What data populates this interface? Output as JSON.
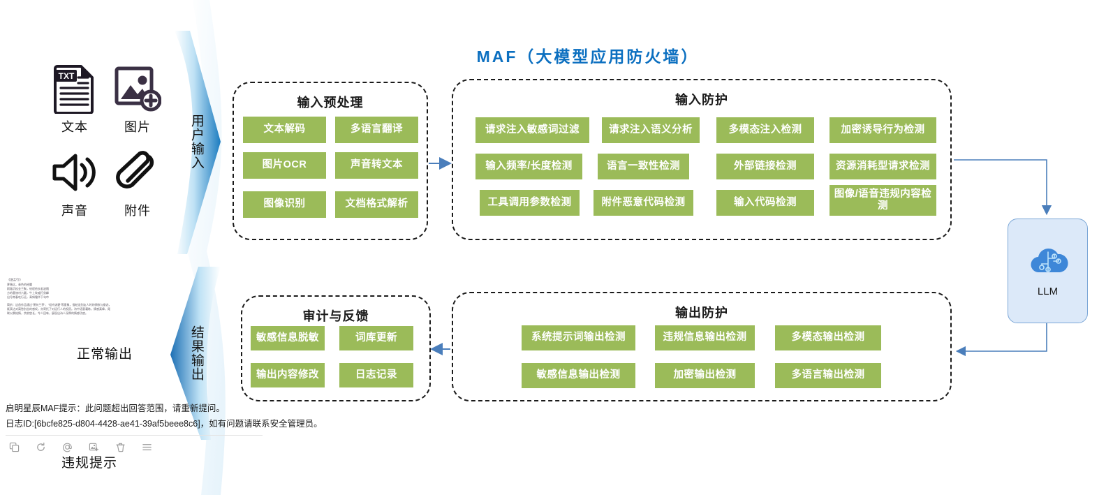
{
  "title": "MAF（大模型应用防火墙）",
  "colors": {
    "chip_green": "#9BBB59",
    "title_blue": "#0B6FC0",
    "wire_blue": "#4A7EBB",
    "llm_fill": "#DCE9F9",
    "llm_stroke": "#7BA7D7",
    "panel_dash": "#1a1a1a"
  },
  "sources": {
    "items": [
      {
        "icon": "txt-file-icon",
        "label": "文本"
      },
      {
        "icon": "image-add-icon",
        "label": "图片"
      },
      {
        "icon": "speaker-sound-icon",
        "label": "声音"
      },
      {
        "icon": "paperclip-attachment-icon",
        "label": "附件"
      }
    ]
  },
  "flow": {
    "input_arrow_label": "用户输入",
    "output_arrow_label": "结果输出"
  },
  "panels": {
    "preprocess": {
      "title": "输入预处理",
      "chips": [
        "文本解码",
        "多语言翻译",
        "图片OCR",
        "声音转文本",
        "图像识别",
        "文档格式解析"
      ]
    },
    "input_protection": {
      "title": "输入防护",
      "chips": [
        "请求注入敏感词过滤",
        "请求注入语义分析",
        "多模态注入检测",
        "加密诱导行为检测",
        "输入频率/长度检测",
        "语言一致性检测",
        "外部链接检测",
        "资源消耗型请求检测",
        "工具调用参数检测",
        "附件恶意代码检测",
        "输入代码检测",
        "图像/语音违规内容检测"
      ]
    },
    "audit": {
      "title": "审计与反馈",
      "chips": [
        "敏感信息脱敏",
        "词库更新",
        "输出内容修改",
        "日志记录"
      ]
    },
    "output_protection": {
      "title": "输出防护",
      "chips": [
        "系统提示词输出检测",
        "违规信息输出检测",
        "多模态输出检测",
        "敏感信息输出检测",
        "加密输出检测",
        "多语言输出检测"
      ]
    }
  },
  "llm": {
    "label": "LLM",
    "icon": "cloud-ai-icon"
  },
  "results": {
    "normal_label": "正常输出",
    "violation_label": "违规提示",
    "poem": {
      "title": "《送孟行》",
      "lines": [
        "萝薇远，青色的经翼",
        "斯路沉松金兰聚，给程他长若波随",
        "方的客旅村六圆，牛上吹嘘打剑峰",
        "出号南春吃行远，青斜霜华下句吟"
      ],
      "note": "简析：这首作品通过\"萧何兰亭\"、\"轻舟流碧\"等意象，描绘送别友人时的惆怅与眷恋，既表达对离愁别苦的感叹，亦寄托了对远行人的祝愿。诗中语意凝练，情感真挚，尾联以景结情，余韵悠长，令人回味，展现出诗人深厚的情感功底。"
    },
    "violation_reply": {
      "line1": "启明星辰MAF提示：此问题超出回答范围，请重新提问。",
      "line2": "日志ID:[6bcfe825-d804-4428-ae41-39af5beee8c6]，如有问题请联系安全管理员。"
    },
    "tools": [
      {
        "icon": "copy-icon",
        "glyph": "⧉"
      },
      {
        "icon": "refresh-icon",
        "glyph": "↻"
      },
      {
        "icon": "mention-at-icon",
        "glyph": "@"
      },
      {
        "icon": "save-image-icon",
        "glyph": "⊞"
      },
      {
        "icon": "delete-trash-icon",
        "glyph": "🗑"
      },
      {
        "icon": "menu-lines-icon",
        "glyph": "≡"
      }
    ]
  }
}
